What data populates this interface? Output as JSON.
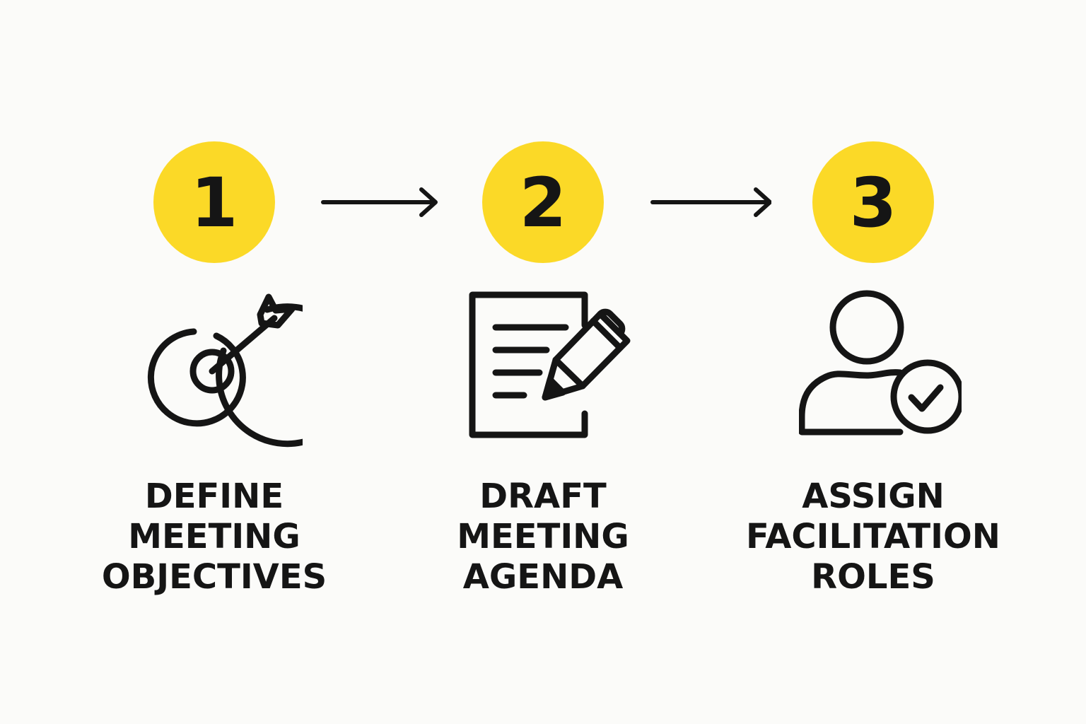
{
  "colors": {
    "background": "#fbfbf9",
    "badge": "#fbd927",
    "ink": "#151515"
  },
  "steps": [
    {
      "number": "1",
      "icon": "target-arrow-icon",
      "label_lines": [
        "DEFINE",
        "MEETING",
        "OBJECTIVES"
      ]
    },
    {
      "number": "2",
      "icon": "document-pencil-icon",
      "label_lines": [
        "DRAFT",
        "MEETING",
        "AGENDA"
      ]
    },
    {
      "number": "3",
      "icon": "user-check-icon",
      "label_lines": [
        "ASSIGN",
        "FACILITATION",
        "ROLES"
      ]
    }
  ],
  "connectors": [
    {
      "from": "1",
      "to": "2",
      "icon": "arrow-right-icon"
    },
    {
      "from": "2",
      "to": "3",
      "icon": "arrow-right-icon"
    }
  ]
}
